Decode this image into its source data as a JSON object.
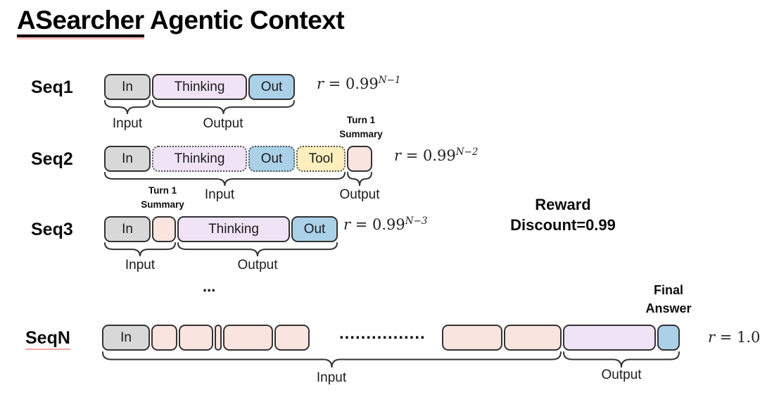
{
  "title": {
    "highlighted": "ASearcher",
    "rest": " Agentic Context"
  },
  "reward_note": {
    "line1": "Reward",
    "line2": "Discount=0.99"
  },
  "ellipsis": "...",
  "palette": {
    "box_border": "#333333",
    "in_gray": "#d8d8d8",
    "thinking_lavender": "#f0e3f6",
    "out_blue": "#abd1e9",
    "tool_yellow": "#fcefbd",
    "summary_pink": "#fae4e0",
    "spellcheck_red": "#f5a79f"
  },
  "seq1": {
    "label": "Seq1",
    "boxes": {
      "in": "In",
      "thinking": "Thinking",
      "out": "Out"
    },
    "brace_input": "Input",
    "brace_output": "Output",
    "reward": {
      "var": "r",
      "eq": " = 0.99",
      "exp": "N−1"
    }
  },
  "seq2": {
    "label": "Seq2",
    "boxes": {
      "in": "In",
      "thinking": "Thinking",
      "out": "Out",
      "tool": "Tool"
    },
    "summary_label": {
      "line1": "Turn 1",
      "line2": "Summary"
    },
    "brace_input": "Input",
    "brace_output": "Output",
    "reward": {
      "var": "r",
      "eq": " = 0.99",
      "exp": "N−2"
    }
  },
  "seq3": {
    "label": "Seq3",
    "boxes": {
      "in": "In",
      "thinking": "Thinking",
      "out": "Out"
    },
    "summary_label": {
      "line1": "Turn 1",
      "line2": "Summary"
    },
    "brace_input": "Input",
    "brace_output": "Output",
    "reward": {
      "var": "r",
      "eq": " = 0.99",
      "exp": "N−3"
    }
  },
  "seqn": {
    "label": "SeqN",
    "boxes": {
      "in": "In"
    },
    "dots": "................",
    "final_label": {
      "line1": "Final",
      "line2": "Answer"
    },
    "brace_input": "Input",
    "brace_output": "Output",
    "reward": {
      "var": "r",
      "eq": " = 1.0",
      "exp": ""
    }
  }
}
